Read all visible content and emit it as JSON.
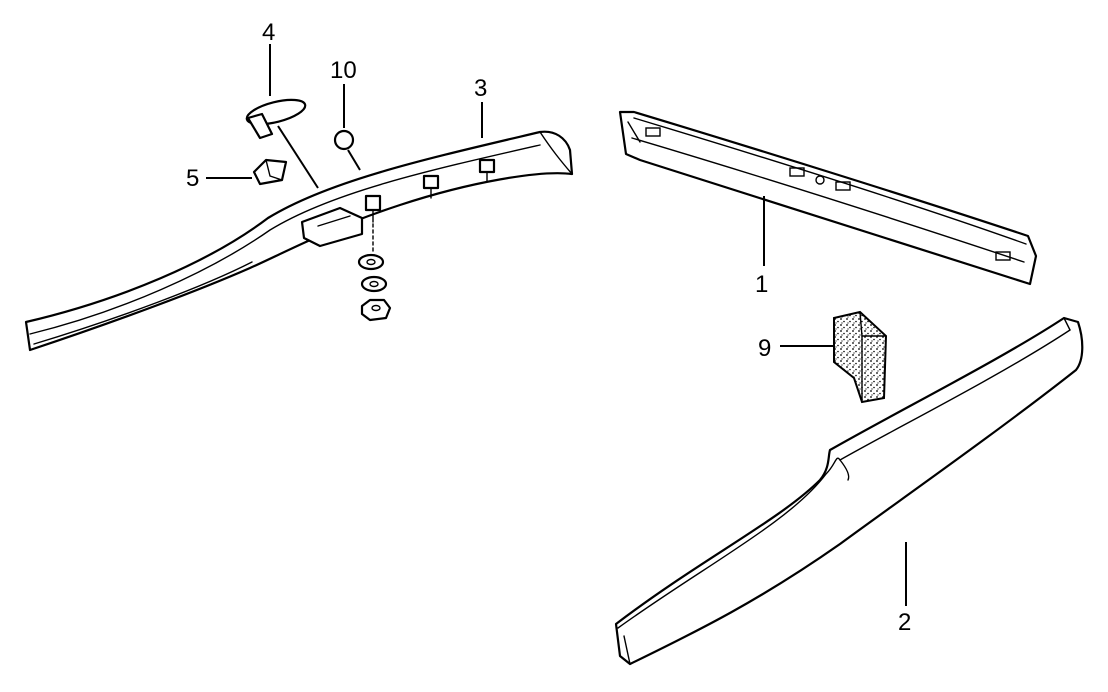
{
  "colors": {
    "ink": "#000000",
    "background": "#ffffff"
  },
  "callouts": [
    {
      "id": "1",
      "text": "1"
    },
    {
      "id": "2",
      "text": "2"
    },
    {
      "id": "3",
      "text": "3"
    },
    {
      "id": "4",
      "text": "4"
    },
    {
      "id": "5",
      "text": "5"
    },
    {
      "id": "9",
      "text": "9"
    },
    {
      "id": "10",
      "text": "10"
    }
  ]
}
